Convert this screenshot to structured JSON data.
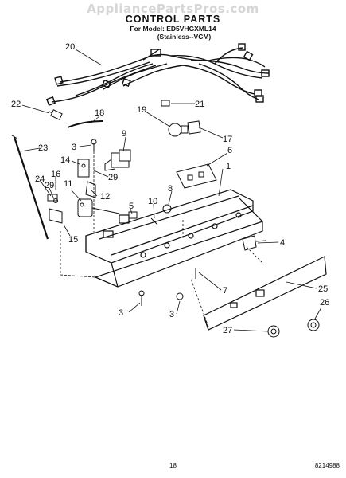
{
  "watermark": "AppliancePartsPros.com",
  "header": {
    "title": "CONTROL PARTS",
    "model_line": "For Model: ED5VHGXML14",
    "variant_line": "(Stainless--VCM)"
  },
  "callouts": [
    "20",
    "22",
    "18",
    "19",
    "21",
    "3",
    "9",
    "17",
    "23",
    "14",
    "6",
    "29",
    "1",
    "24",
    "16",
    "11",
    "12",
    "29",
    "8",
    "10",
    "5",
    "4",
    "15",
    "7",
    "25",
    "3",
    "3",
    "26",
    "27"
  ],
  "footer": {
    "page_number": "18",
    "document_number": "8214988"
  }
}
